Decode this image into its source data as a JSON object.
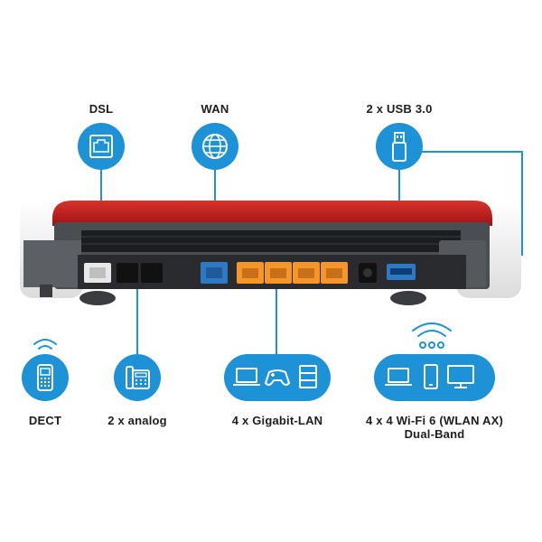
{
  "labels": {
    "dsl": "DSL",
    "wan": "WAN",
    "usb": "2 x USB 3.0",
    "dect": "DECT",
    "analog": "2 x analog",
    "lan": "4 x Gigabit-LAN",
    "wifi_line1": "4 x 4 Wi-Fi 6 (WLAN AX)",
    "wifi_line2": "Dual-Band"
  },
  "icons": {
    "dsl": "ethernet-port-icon",
    "wan": "globe-icon",
    "usb": "usb-stick-icon",
    "dect": "cordless-phone-icon",
    "analog": "desk-phone-icon",
    "lan": [
      "laptop-icon",
      "gamepad-icon",
      "server-icon"
    ],
    "wifi": [
      "laptop-icon",
      "smartphone-icon",
      "monitor-icon"
    ]
  },
  "colors": {
    "accent": "#1d92d6",
    "router_red": "#c61d1d",
    "router_body": "#4a4d52",
    "lan_port": "#f5962b",
    "wan_port": "#2f78c4",
    "dsl_port": "#e8e8e8"
  }
}
